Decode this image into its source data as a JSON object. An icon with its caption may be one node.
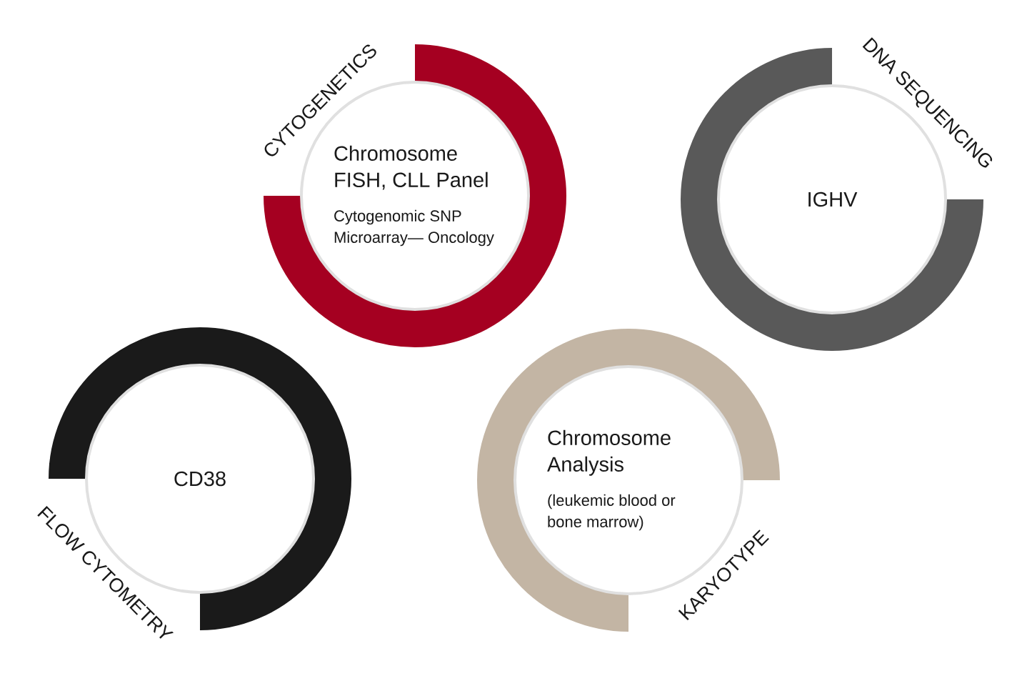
{
  "diagram": {
    "nodes": [
      {
        "text": [
          "Chromosome FISH, CLL Panel",
          "Cytogenomic SNP Microarray— Oncology"
        ],
        "beside": [
          "CYTOGENETICS"
        ]
      },
      {
        "text": [
          "IGHV"
        ],
        "beside": [
          "DNA SEQUENCING"
        ]
      },
      {
        "text": [
          "CD38"
        ],
        "beside": [
          "FLOW CYTOMETRY"
        ]
      },
      {
        "text": [
          "Chromosome Analysis",
          "(leukemic blood or bone marrow)"
        ],
        "beside": [
          "KARYOTYPE"
        ]
      }
    ]
  }
}
